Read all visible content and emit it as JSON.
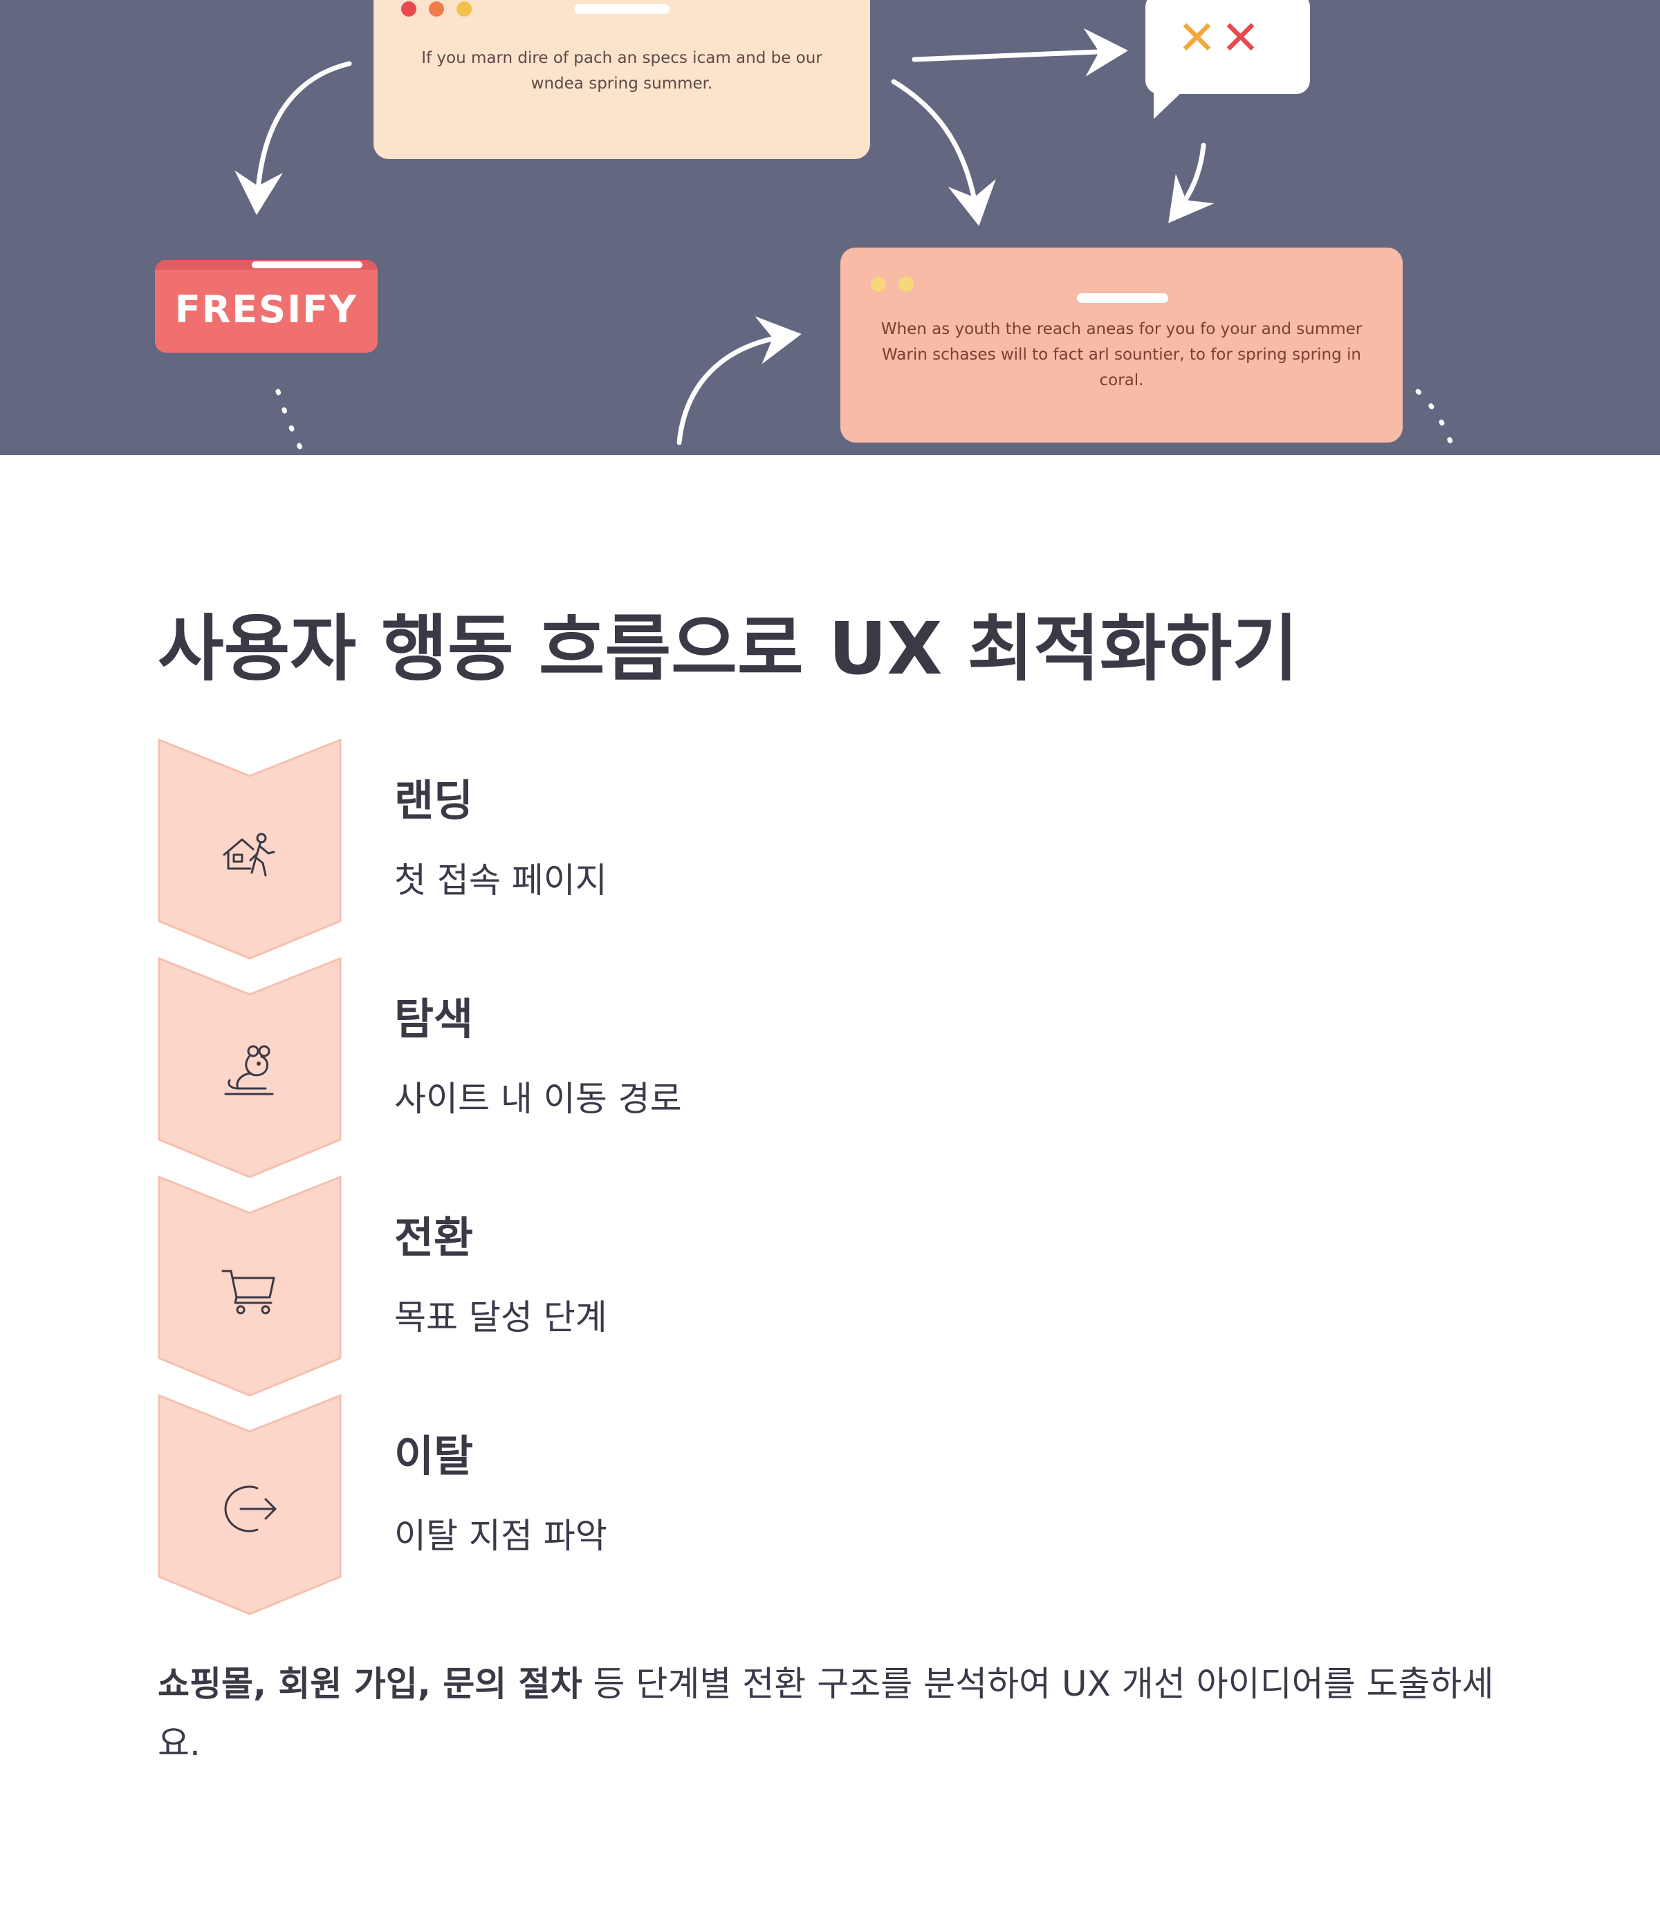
{
  "hero": {
    "top_card_text": "If you marn dire of pach an specs icam and be our wndea spring summer.",
    "bottom_card_text": "When as youth the reach aneas for you fo your and summer Warin schases will to fact arl sountier, to for spring spring in coral.",
    "bubble_mark_1": "✕",
    "bubble_mark_2": "✕",
    "brand_label": "FRESIFY",
    "colors": {
      "background": "#636880",
      "card_top": "#fbe3cc",
      "card_bottom": "#f7bba6",
      "brand": "#f07070",
      "dot_red": "#e84a4f",
      "dot_orange": "#f07a4a",
      "dot_yellow": "#f2c14a"
    }
  },
  "article": {
    "title": "사용자 행동 흐름으로 UX 최적화하기",
    "steps": [
      {
        "title": "랜딩",
        "desc": "첫 접속 페이지",
        "icon": "house-walker-icon"
      },
      {
        "title": "탐색",
        "desc": "사이트 내 이동 경로",
        "icon": "mouse-animal-icon"
      },
      {
        "title": "전환",
        "desc": "목표 달성 단계",
        "icon": "shopping-cart-icon"
      },
      {
        "title": "이탈",
        "desc": "이탈 지점 파악",
        "icon": "exit-arrow-icon"
      }
    ],
    "summary_bold": "쇼핑몰, 회원 가입, 문의 절차",
    "summary_rest": " 등 단계별 전환 구조를 분석하여 UX 개선 아이디어를 도출하세요.",
    "colors": {
      "chevron_fill": "#fdd6ca",
      "chevron_stroke": "#f5c0ae",
      "text": "#3a3946"
    }
  }
}
